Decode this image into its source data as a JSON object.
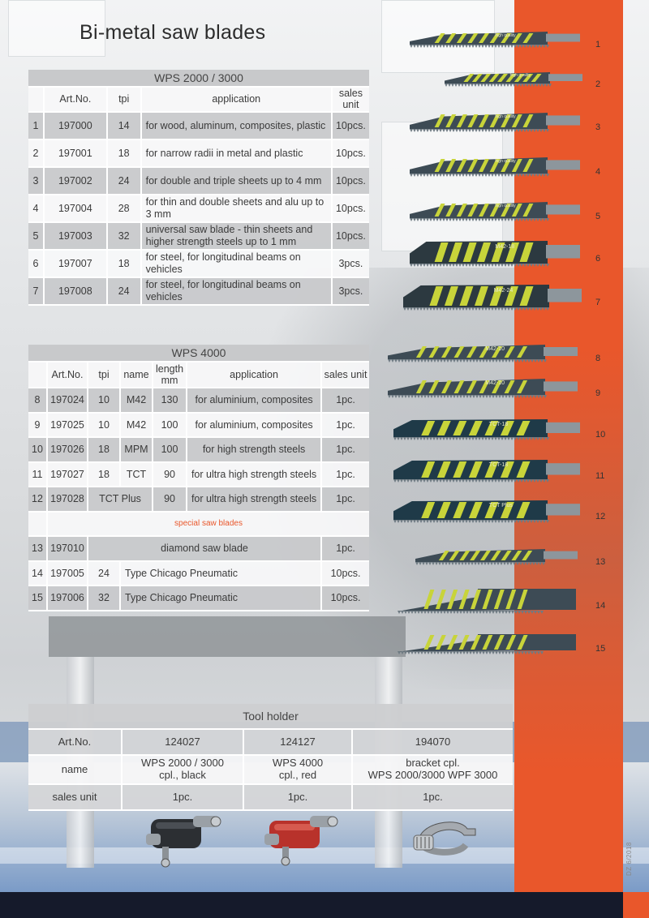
{
  "title": "Bi-metal saw blades",
  "colors": {
    "orange": "#e9572b",
    "dark": "#151a2b",
    "yellow": "#c8d43a",
    "blade": "#3d4b55"
  },
  "table1": {
    "group_title": "WPS 2000 / 3000",
    "headers": {
      "artno": "Art.No.",
      "tpi": "tpi",
      "application": "application",
      "sales_unit": "sales unit"
    },
    "rows": [
      {
        "no": "1",
        "artno": "197000",
        "tpi": "14",
        "application": "for wood, aluminum, composites, plastic",
        "unit": "10pcs."
      },
      {
        "no": "2",
        "artno": "197001",
        "tpi": "18",
        "application": "for narrow radii in metal and plastic",
        "unit": "10pcs."
      },
      {
        "no": "3",
        "artno": "197002",
        "tpi": "24",
        "application": "for double and triple sheets up to 4 mm",
        "unit": "10pcs."
      },
      {
        "no": "4",
        "artno": "197004",
        "tpi": "28",
        "application": "for thin and double sheets and alu up to 3 mm",
        "unit": "10pcs."
      },
      {
        "no": "5",
        "artno": "197003",
        "tpi": "32",
        "application": "universal saw blade - thin sheets and higher strength steels up to 1 mm",
        "unit": "10pcs."
      },
      {
        "no": "6",
        "artno": "197007",
        "tpi": "18",
        "application": "for steel, for longitudinal beams on vehicles",
        "unit": "3pcs."
      },
      {
        "no": "7",
        "artno": "197008",
        "tpi": "24",
        "application": "for steel, for longitudinal beams on vehicles",
        "unit": "3pcs."
      }
    ]
  },
  "table2": {
    "group_title": "WPS 4000",
    "headers": {
      "artno": "Art.No.",
      "tpi": "tpi",
      "name": "name",
      "length": "length mm",
      "application": "application",
      "sales_unit": "sales unit"
    },
    "rows": [
      {
        "no": "8",
        "artno": "197024",
        "tpi": "10",
        "name": "M42",
        "length": "130",
        "application": "for aluminium, composites",
        "unit": "1pc."
      },
      {
        "no": "9",
        "artno": "197025",
        "tpi": "10",
        "name": "M42",
        "length": "100",
        "application": "for aluminium, composites",
        "unit": "1pc."
      },
      {
        "no": "10",
        "artno": "197026",
        "tpi": "18",
        "name": "MPM",
        "length": "100",
        "application": "for high strength steels",
        "unit": "1pc."
      },
      {
        "no": "11",
        "artno": "197027",
        "tpi": "18",
        "name": "TCT",
        "length": "90",
        "application": "for ultra high strength steels",
        "unit": "1pc."
      },
      {
        "no": "12",
        "artno": "197028",
        "tpi": "",
        "name": "TCT Plus",
        "length": "90",
        "application": "for ultra high strength steels",
        "unit": "1pc."
      }
    ],
    "special_label": "special saw blades",
    "special_rows": [
      {
        "no": "13",
        "artno": "197010",
        "description": "diamond saw blade",
        "unit": "1pc."
      },
      {
        "no": "14",
        "artno": "197005",
        "tpi": "24",
        "description": "Type Chicago Pneumatic",
        "unit": "10pcs."
      },
      {
        "no": "15",
        "artno": "197006",
        "tpi": "32",
        "description": "Type Chicago Pneumatic",
        "unit": "10pcs."
      }
    ]
  },
  "tool_holder": {
    "group_title": "Tool holder",
    "row_labels": {
      "artno": "Art.No.",
      "name": "name",
      "sales_unit": "sales unit"
    },
    "items": [
      {
        "artno": "124027",
        "name_line1": "WPS 2000 / 3000",
        "name_line2": "cpl., black",
        "unit": "1pc."
      },
      {
        "artno": "124127",
        "name_line1": "WPS 4000",
        "name_line2": "cpl., red",
        "unit": "1pc."
      },
      {
        "artno": "194070",
        "name_line1": "bracket cpl.",
        "name_line2": "WPS 2000/3000 WPF 3000",
        "unit": "1pc."
      }
    ]
  },
  "blades": [
    {
      "no": "1",
      "marking": "high quality"
    },
    {
      "no": "2",
      "marking": "high quality"
    },
    {
      "no": "3",
      "marking": "high quality"
    },
    {
      "no": "4",
      "marking": "high quality"
    },
    {
      "no": "5",
      "marking": "high quality"
    },
    {
      "no": "6",
      "marking": "M42-18"
    },
    {
      "no": "7",
      "marking": "M42-24"
    },
    {
      "no": "8",
      "marking": "M42-10"
    },
    {
      "no": "9",
      "marking": "M42-10"
    },
    {
      "no": "10",
      "marking": "TCT-18"
    },
    {
      "no": "11",
      "marking": "TCT-18"
    },
    {
      "no": "12",
      "marking": "TCT Plus"
    },
    {
      "no": "13",
      "marking": ""
    },
    {
      "no": "14",
      "marking": ""
    },
    {
      "no": "15",
      "marking": ""
    }
  ],
  "side_code": "DZ 6/2018"
}
